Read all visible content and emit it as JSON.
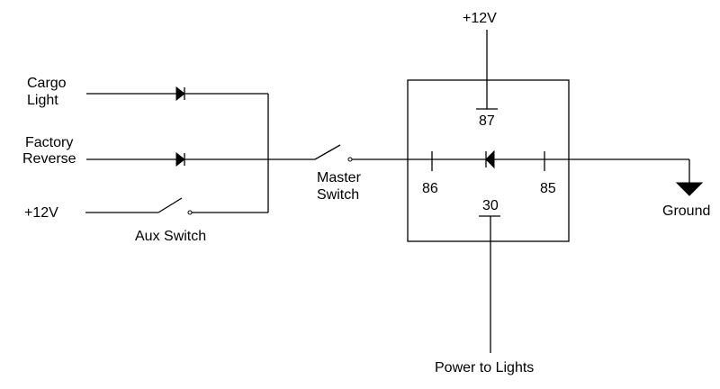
{
  "diagram": {
    "labels": {
      "cargo_light_line1": "Cargo",
      "cargo_light_line2": "Light",
      "factory_reverse_line1": "Factory",
      "factory_reverse_line2": "Reverse",
      "aux_input": "+12V",
      "aux_switch": "Aux Switch",
      "master_switch_line1": "Master",
      "master_switch_line2": "Switch",
      "supply_top": "+12V",
      "ground": "Ground",
      "power_to_lights": "Power to Lights"
    },
    "relay": {
      "pin_87": "87",
      "pin_86": "86",
      "pin_85": "85",
      "pin_30": "30"
    }
  }
}
